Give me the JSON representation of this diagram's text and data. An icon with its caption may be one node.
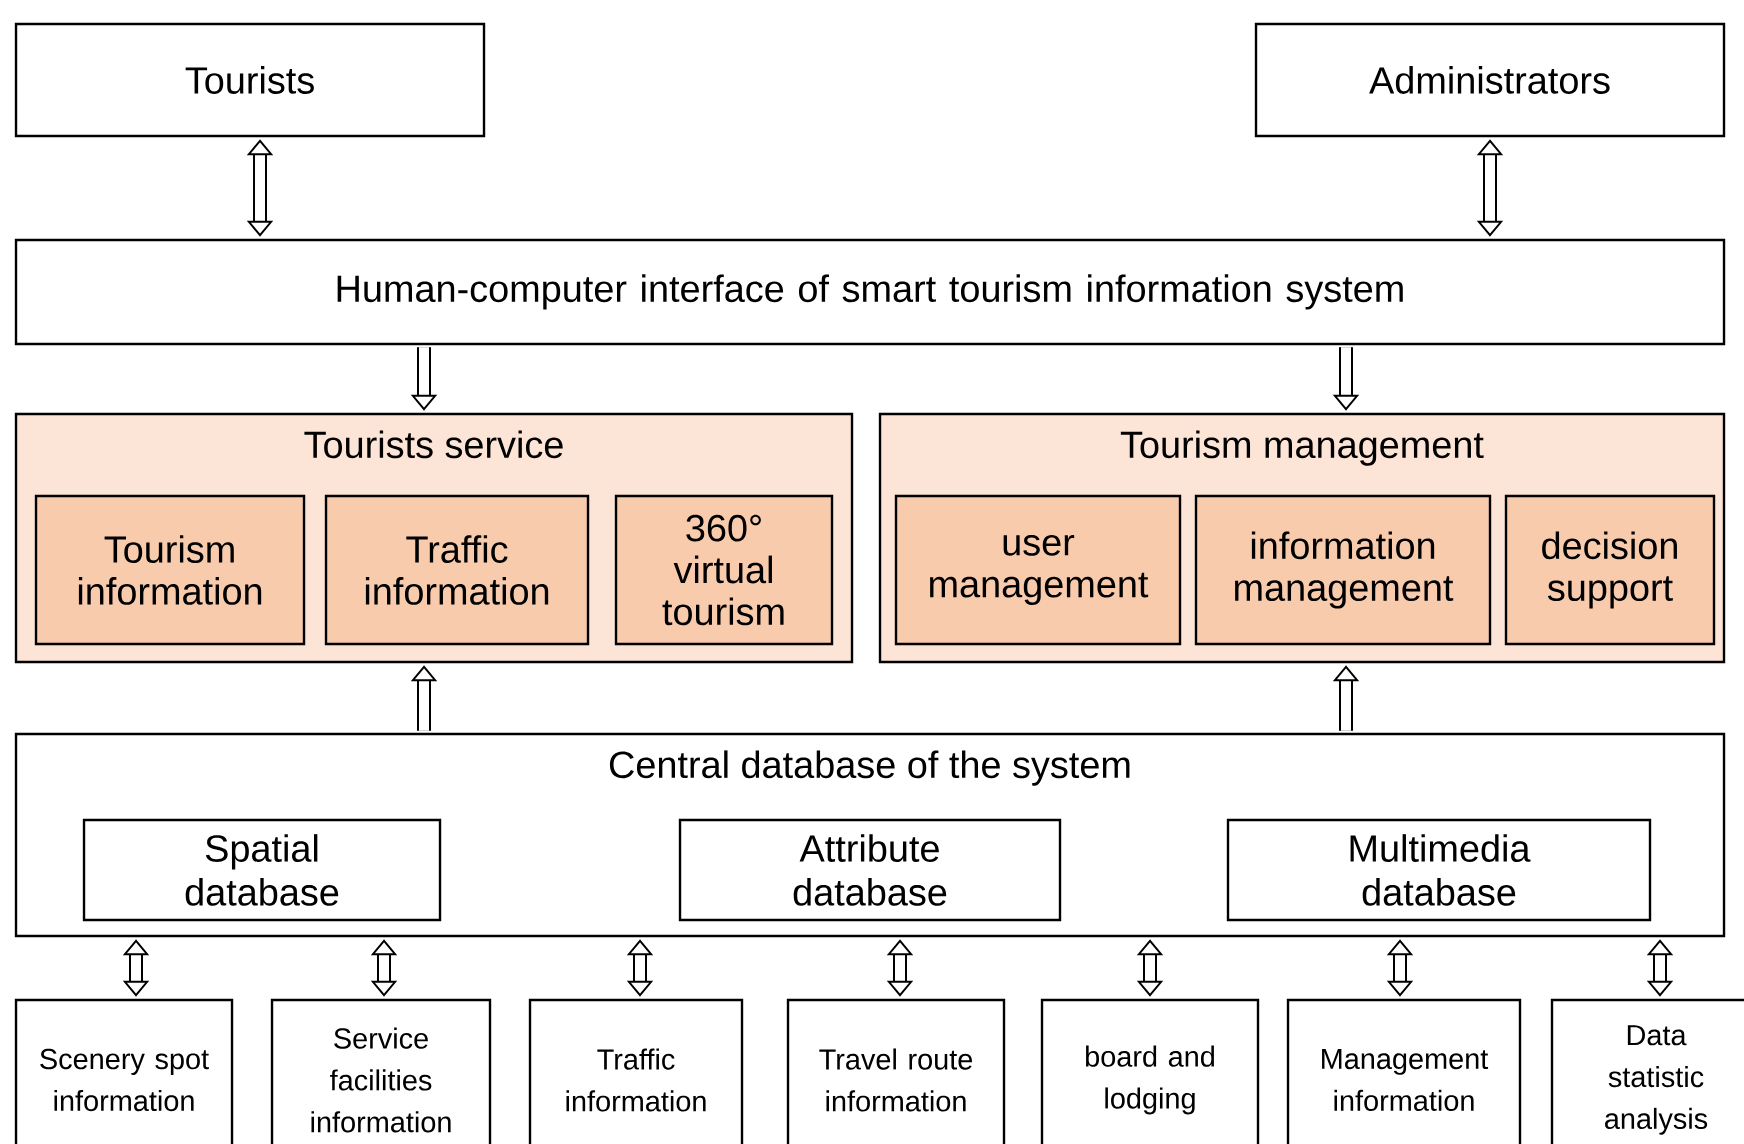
{
  "diagram": {
    "nodes": [
      {
        "text": [
          "Tourists"
        ]
      },
      {
        "text": [
          "Administrators"
        ]
      },
      {
        "text": [
          "Human-computer interface of smart tourism information system"
        ]
      },
      {
        "text": [
          "Tourists service"
        ]
      },
      {
        "text": [
          "Tourism information"
        ],
        "in": 3
      },
      {
        "text": [
          "Traffic information"
        ],
        "in": 3
      },
      {
        "text": [
          "360° virtual tourism"
        ],
        "in": 3
      },
      {
        "text": [
          "Tourism management"
        ]
      },
      {
        "text": [
          "user management"
        ],
        "in": 7
      },
      {
        "text": [
          "information management"
        ],
        "in": 7
      },
      {
        "text": [
          "decision support"
        ],
        "in": 7
      },
      {
        "text": [
          "Central database of the system"
        ]
      },
      {
        "text": [
          "Spatial database"
        ],
        "in": 11
      },
      {
        "text": [
          "Attribute database"
        ],
        "in": 11
      },
      {
        "text": [
          "Multimedia database"
        ],
        "in": 11
      },
      {
        "text": [
          "Scenery spot information"
        ]
      },
      {
        "text": [
          "Service facilities information"
        ]
      },
      {
        "text": [
          "Traffic information"
        ]
      },
      {
        "text": [
          "Travel route information"
        ]
      },
      {
        "text": [
          "board and lodging"
        ]
      },
      {
        "text": [
          "Management information"
        ]
      },
      {
        "text": [
          "Data statistic analysis"
        ]
      }
    ],
    "edges": [
      {
        "from": 0,
        "to": 2,
        "arrow": "both"
      },
      {
        "from": 1,
        "to": 2,
        "arrow": "both"
      },
      {
        "from": 2,
        "to": 3,
        "arrow": "to"
      },
      {
        "from": 2,
        "to": 7,
        "arrow": "to"
      },
      {
        "from": 11,
        "to": 3,
        "arrow": "to"
      },
      {
        "from": 11,
        "to": 7,
        "arrow": "to"
      },
      {
        "from": 11,
        "to": 15,
        "arrow": "both"
      },
      {
        "from": 11,
        "to": 16,
        "arrow": "both"
      },
      {
        "from": 11,
        "to": 17,
        "arrow": "both"
      },
      {
        "from": 11,
        "to": 18,
        "arrow": "both"
      },
      {
        "from": 11,
        "to": 19,
        "arrow": "both"
      },
      {
        "from": 11,
        "to": 20,
        "arrow": "both"
      },
      {
        "from": 11,
        "to": 21,
        "arrow": "both"
      }
    ]
  }
}
